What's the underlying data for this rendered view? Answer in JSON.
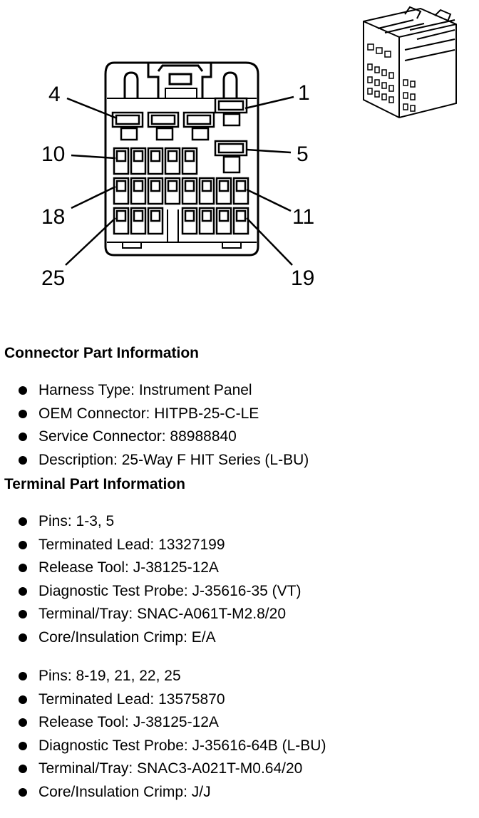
{
  "diagram": {
    "pin_labels": [
      "4",
      "1",
      "10",
      "5",
      "18",
      "11",
      "25",
      "19"
    ]
  },
  "connector_part_information": {
    "title": "Connector Part Information",
    "items": [
      "Harness Type: Instrument Panel",
      "OEM Connector: HITPB-25-C-LE",
      "Service Connector: 88988840",
      "Description: 25-Way F HIT Series (L-BU)"
    ]
  },
  "terminal_part_information": {
    "title": "Terminal Part Information",
    "groups": [
      {
        "items": [
          "Pins: 1-3, 5",
          "Terminated Lead: 13327199",
          "Release Tool: J-38125-12A",
          "Diagnostic Test Probe: J-35616-35 (VT)",
          "Terminal/Tray: SNAC-A061T-M2.8/20",
          "Core/Insulation Crimp: E/A"
        ]
      },
      {
        "items": [
          "Pins: 8-19, 21, 22, 25",
          "Terminated Lead: 13575870",
          "Release Tool: J-38125-12A",
          "Diagnostic Test Probe: J-35616-64B (L-BU)",
          "Terminal/Tray: SNAC3-A021T-M0.64/20",
          "Core/Insulation Crimp: J/J"
        ]
      }
    ]
  }
}
